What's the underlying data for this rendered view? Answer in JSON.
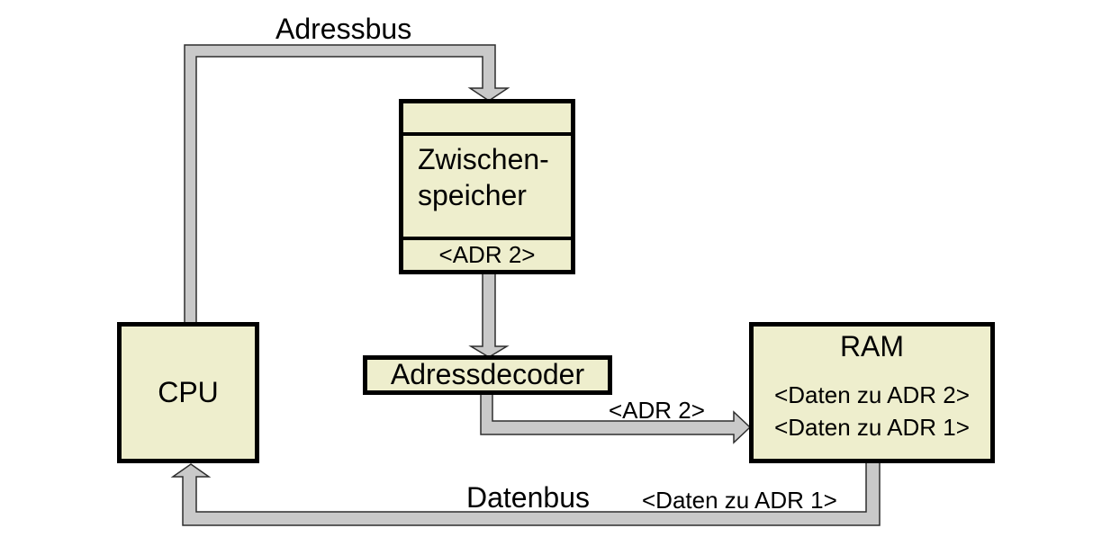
{
  "colors": {
    "background": "#ffffff",
    "text": "#000000",
    "box_fill": "#eeeecd",
    "box_border": "#000000",
    "bus_fill": "#c9c9c9",
    "bus_outline": "#2e2e2e"
  },
  "nodes": {
    "cpu": {
      "label": "CPU"
    },
    "buffer": {
      "lines": [
        "Zwischen-",
        "speicher"
      ],
      "register_value": "<ADR 2>"
    },
    "decoder": {
      "label": "Adressdecoder"
    },
    "ram": {
      "label": "RAM",
      "contents": [
        "<Daten zu ADR 2>",
        "<Daten zu ADR 1>"
      ]
    }
  },
  "buses": {
    "address_bus": {
      "label": "Adressbus"
    },
    "decoder_to_ram": {
      "label": "<ADR 2>"
    },
    "data_bus": {
      "label": "Datenbus",
      "transfer_label": "<Daten zu ADR 1>"
    }
  }
}
